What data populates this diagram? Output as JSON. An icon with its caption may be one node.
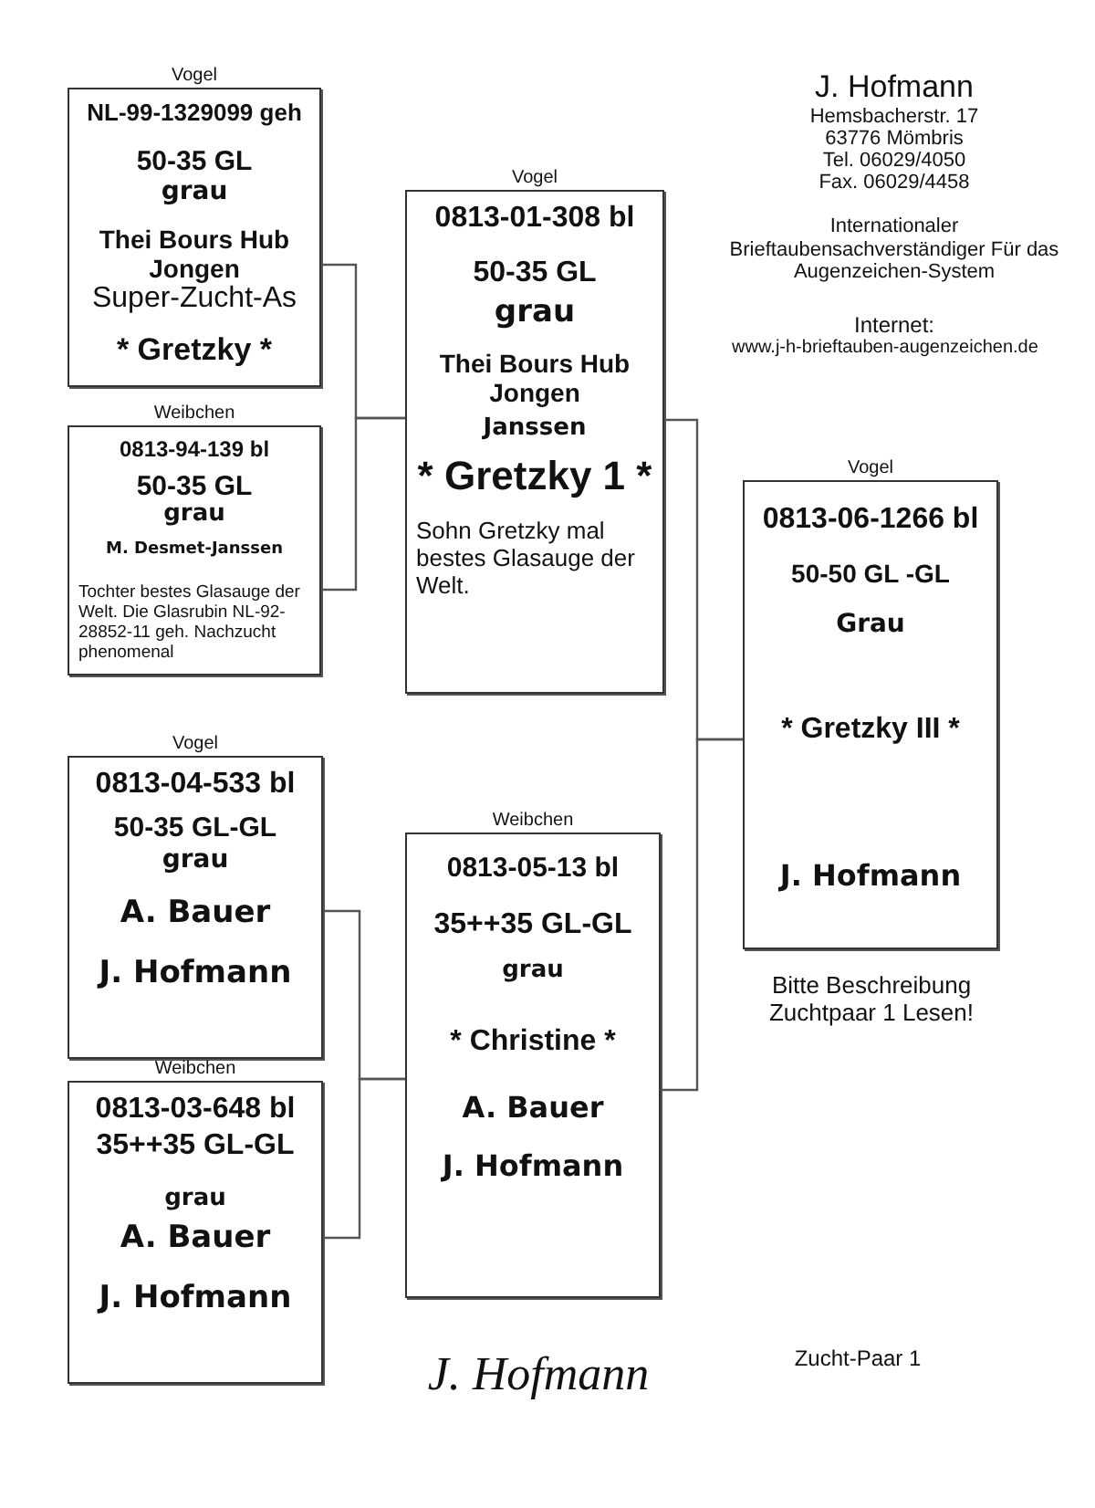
{
  "diagram": {
    "nodes": [
      {
        "text": [
          "Vogel",
          "NL-99-1329099 geh",
          "50-35 GL",
          "grau",
          "Thei Bours Hub Jongen",
          "Super-Zucht-As",
          "* Gretzky *"
        ]
      },
      {
        "text": [
          "Weibchen",
          "0813-94-139 bl",
          "50-35 GL",
          "grau",
          "M. Desmet-Janssen",
          "Tochter bestes Glasauge der Welt. Die Glasrubin NL-92-28852-11 geh. Nachzucht phenomenal"
        ]
      },
      {
        "text": [
          "Vogel",
          "0813-01-308 bl",
          "50-35 GL",
          "grau",
          "Thei Bours Hub Jongen",
          "Janssen",
          "* Gretzky 1 *",
          "Sohn Gretzky mal bestes Glasauge der Welt."
        ]
      },
      {
        "text": [
          "Vogel",
          "0813-04-533 bl",
          "50-35 GL-GL",
          "grau",
          "A. Bauer",
          "J. Hofmann"
        ]
      },
      {
        "text": [
          "Weibchen",
          "0813-03-648 bl",
          "35++35 GL-GL",
          "grau",
          "A. Bauer",
          "J. Hofmann"
        ]
      },
      {
        "text": [
          "Weibchen",
          "0813-05-13 bl",
          "35++35 GL-GL",
          "grau",
          "* Christine *",
          "A. Bauer",
          "J. Hofmann"
        ]
      },
      {
        "text": [
          "Vogel",
          "0813-06-1266 bl",
          "50-50  GL -GL",
          "Grau",
          "* Gretzky III *",
          "J. Hofmann"
        ],
        "beside": [
          "Bitte Beschreibung Zuchtpaar 1 Lesen!"
        ]
      }
    ],
    "edges": [
      {
        "from": 0,
        "to": 2,
        "arrow": "none"
      },
      {
        "from": 1,
        "to": 2,
        "arrow": "none"
      },
      {
        "from": 3,
        "to": 5,
        "arrow": "none"
      },
      {
        "from": 4,
        "to": 5,
        "arrow": "none"
      },
      {
        "from": 2,
        "to": 6,
        "arrow": "none"
      },
      {
        "from": 5,
        "to": 6,
        "arrow": "none"
      }
    ],
    "labels": [
      "J. Hofmann",
      "Hemsbacherstr. 17",
      "63776 Mömbris",
      "Tel.  06029/4050",
      "Fax. 06029/4458",
      "Internationaler Brieftaubensachverständiger Für das Augenzeichen-System",
      "Internet:",
      "www.j-h-brieftauben-augenzeichen.de",
      "J. Hofmann",
      "Zucht-Paar 1"
    ]
  }
}
